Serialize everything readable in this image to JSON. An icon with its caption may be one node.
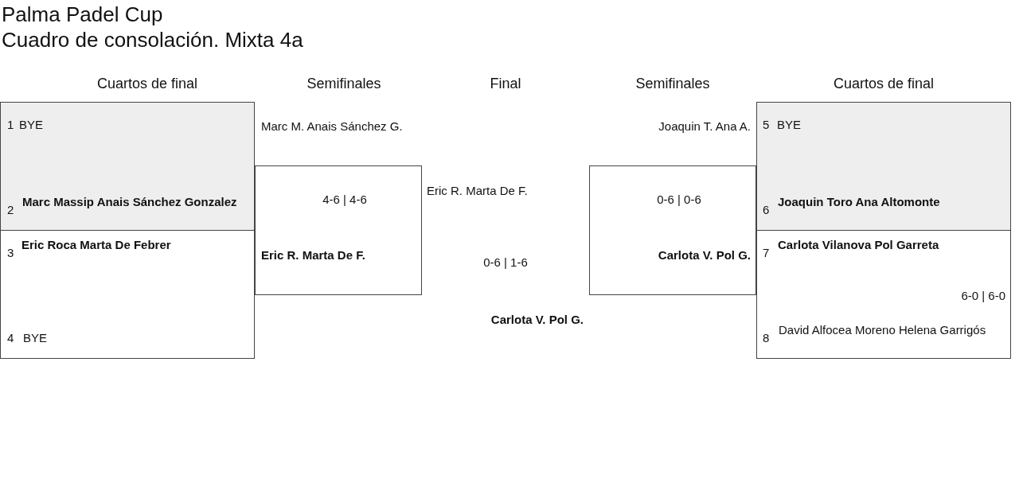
{
  "diagram": {
    "title": "Palma Padel Cup",
    "nodes": [
      {
        "text": [
          "1",
          "BYE",
          "2",
          "Marc Massip Anais Sánchez Gonzalez"
        ]
      },
      {
        "text": [
          "3",
          "Eric Roca Marta De Febrer",
          "4",
          "BYE"
        ]
      },
      {
        "text": [
          "Marc M. Anais Sánchez G.",
          "4-6 | 4-6",
          "Eric R. Marta De F."
        ]
      },
      {
        "text": [
          "Joaquin T. Ana A.",
          "0-6 | 0-6",
          "Carlota V. Pol G."
        ]
      },
      {
        "text": [
          "5",
          "BYE",
          "6",
          "Joaquin Toro Ana Altomonte"
        ]
      },
      {
        "text": [
          "7",
          "Carlota Vilanova Pol Garreta",
          "6-0 | 6-0",
          "8",
          "David Alfocea Moreno Helena Garrigós"
        ]
      }
    ],
    "labels": [
      "Cuadro de consolación. Mixta 4a",
      "Cuartos de final",
      "Semifinales",
      "Final",
      "Semifinales",
      "Cuartos de final",
      "Eric R. Marta De F.",
      "0-6 | 1-6",
      "Carlota V. Pol G."
    ]
  }
}
